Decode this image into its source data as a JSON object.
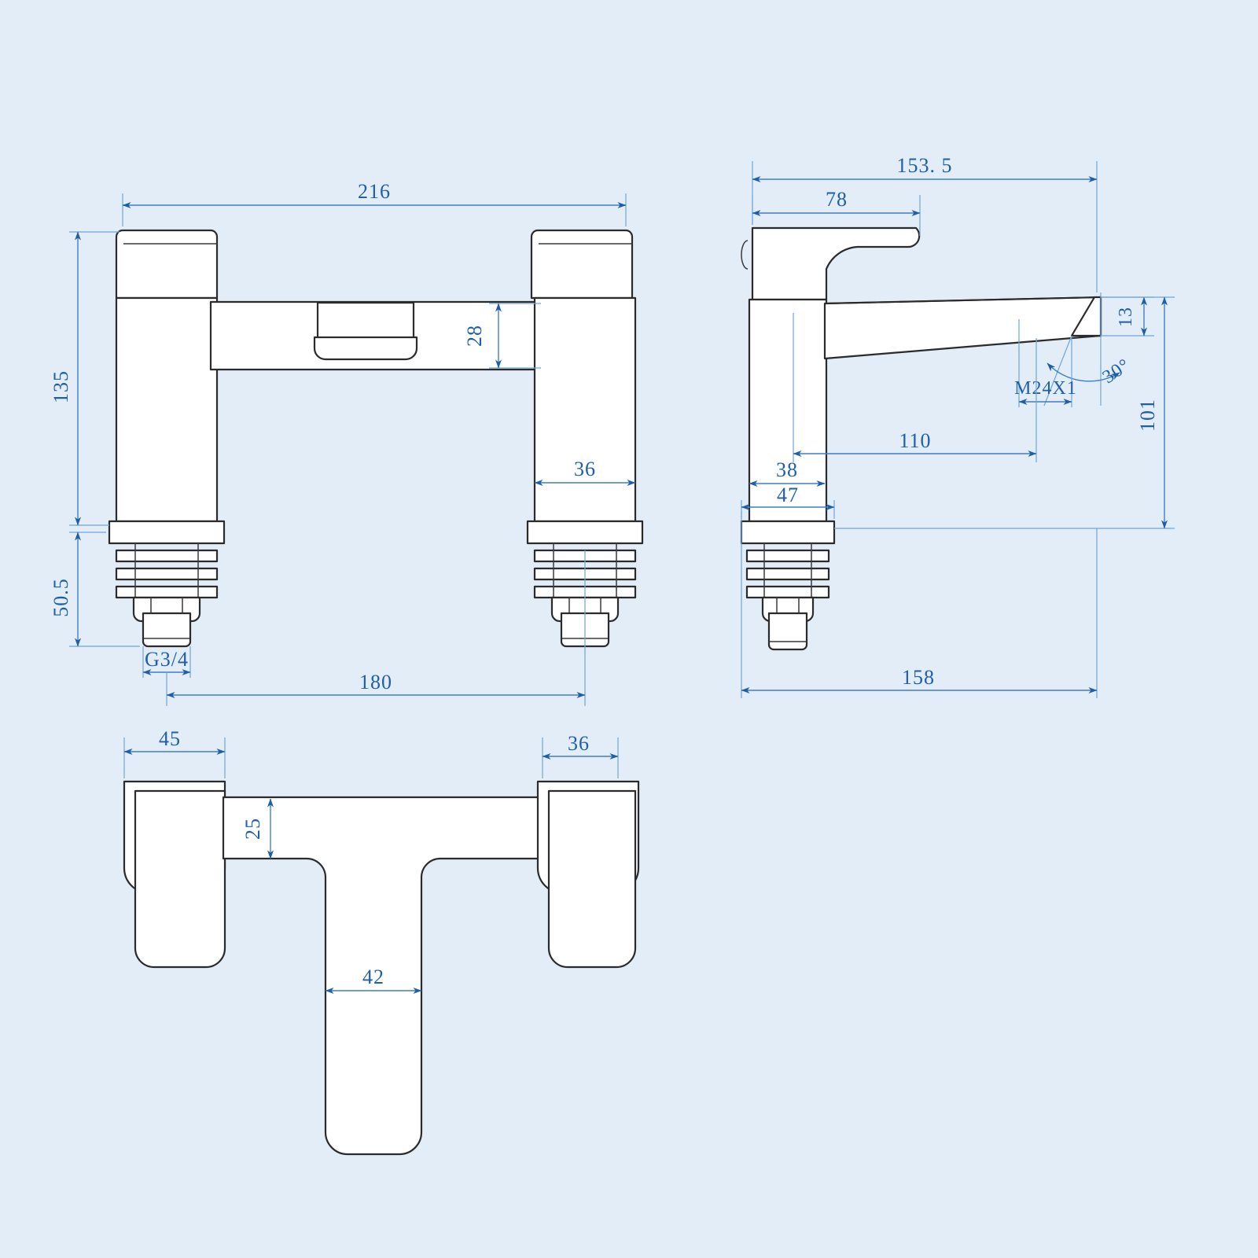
{
  "drawing": {
    "background_color": "#e2edf8",
    "line_color": "#2b2b2b",
    "dimension_color": "#1f5fa8",
    "units": "mm",
    "type": "engineering-drawing",
    "subject": "bath filler mixer tap"
  },
  "views": {
    "front": {
      "name": "front-elevation",
      "dimensions": {
        "overall_width": "216",
        "overall_height": "135",
        "bridge_thickness": "28",
        "handle_body_width": "36",
        "tail_height": "50.5",
        "thread": "G3/4",
        "centre_to_centre": "180"
      }
    },
    "side": {
      "name": "side-elevation",
      "dimensions": {
        "overall_depth": "153. 5",
        "lever_reach": "78",
        "spout_tip_height": "13",
        "spout_angle": "30°",
        "aerator_thread": "M24X1",
        "spout_reach": "110",
        "body_height": "101",
        "body_width": "38",
        "base_width": "47",
        "base_depth": "158"
      }
    },
    "top": {
      "name": "top-plan",
      "dimensions": {
        "handle_cap_width": "45",
        "body_width": "36",
        "bridge_width": "25",
        "spout_width": "42"
      }
    }
  },
  "labels": {
    "d216": "216",
    "d135": "135",
    "d28": "28",
    "d36_front": "36",
    "d505": "50.5",
    "dG34": "G3/4",
    "d180": "180",
    "d1535": "153. 5",
    "d78": "78",
    "d13": "13",
    "d30deg": "30°",
    "dM24X1": "M24X1",
    "d110": "110",
    "d101": "101",
    "d38": "38",
    "d47": "47",
    "d158": "158",
    "d45": "45",
    "d36_top": "36",
    "d25": "25",
    "d42": "42"
  }
}
